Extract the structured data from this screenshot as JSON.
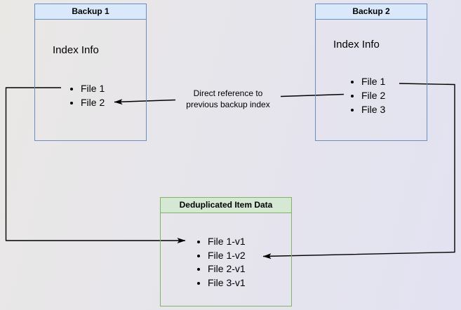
{
  "diagram": {
    "nodes": {
      "backup1": {
        "title": "Backup 1",
        "subtitle": "Index Info",
        "files": [
          "File 1",
          "File 2"
        ]
      },
      "backup2": {
        "title": "Backup 2",
        "subtitle": "Index Info",
        "files": [
          "File 1",
          "File 2",
          "File 3"
        ]
      },
      "dedup": {
        "title": "Deduplicated Item Data",
        "files": [
          "File 1-v1",
          "File 1-v2",
          "File 2-v1",
          "File 3-v1"
        ]
      }
    },
    "edges": {
      "direct_reference": {
        "label": "Direct reference to\nprevious backup index",
        "from": "Backup 2 index entry File 2",
        "to": "Backup 1 index entry File 2"
      },
      "backup1_file1_to_data": {
        "from": "Backup 1 index entry File 1",
        "to": "Deduplicated item File 1-v1"
      },
      "backup2_file1_to_data": {
        "from": "Backup 2 index entry File 1",
        "to": "Deduplicated item File 1-v2"
      }
    },
    "colors": {
      "backup_header_fill": "#dae8fc",
      "backup_border": "#6c8ebf",
      "data_header_fill": "#d5e8d4",
      "data_border": "#82b366",
      "arrow": "#000000"
    }
  }
}
